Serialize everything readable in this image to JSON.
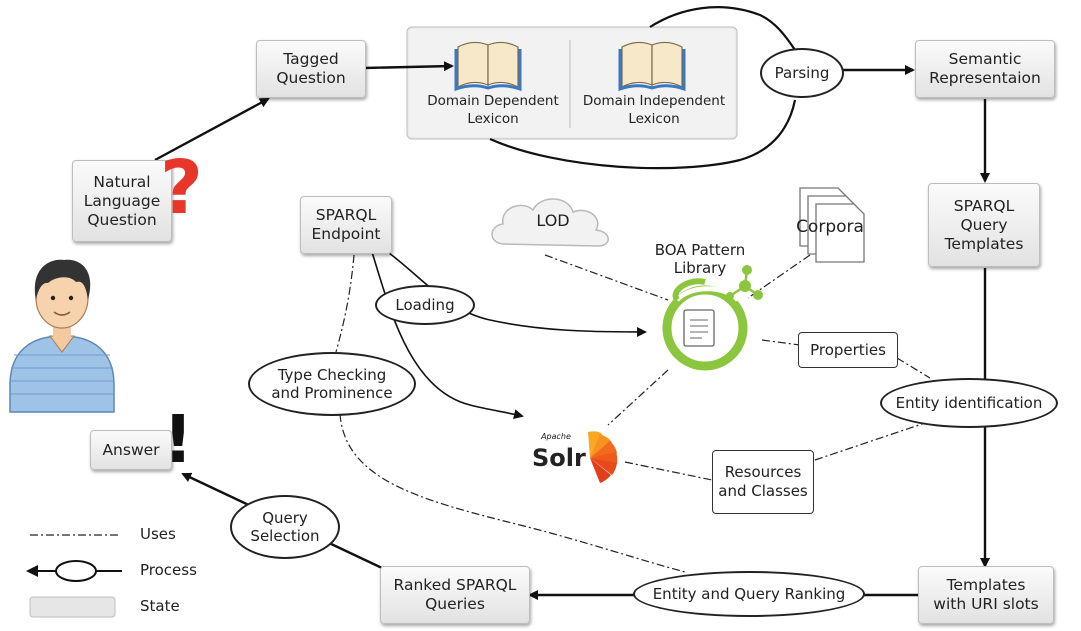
{
  "nodes": {
    "tagged_question": [
      "Tagged",
      "Question"
    ],
    "lexicon_dependent": [
      "Domain Dependent",
      "Lexicon"
    ],
    "lexicon_independent": [
      "Domain Independent",
      "Lexicon"
    ],
    "parsing": "Parsing",
    "semantic_representation": [
      "Semantic",
      "Representaion"
    ],
    "natural_language_question": [
      "Natural",
      "Language",
      "Question"
    ],
    "sparql_endpoint": [
      "SPARQL",
      "Endpoint"
    ],
    "lod": "LOD",
    "boa_pattern_library": [
      "BOA Pattern",
      "Library"
    ],
    "corpora": "Corpora",
    "sparql_query_templates": [
      "SPARQL",
      "Query",
      "Templates"
    ],
    "loading": "Loading",
    "properties": "Properties",
    "type_checking": [
      "Type Checking",
      "and Prominence"
    ],
    "entity_identification": "Entity identification",
    "answer": "Answer",
    "solr_small": "Apache",
    "solr": "Solr",
    "resources_classes": [
      "Resources",
      "and Classes"
    ],
    "query_selection": [
      "Query",
      "Selection"
    ],
    "ranked_queries": [
      "Ranked SPARQL",
      "Queries"
    ],
    "entity_query_ranking": "Entity and Query Ranking",
    "templates_uri": [
      "Templates",
      "with URI slots"
    ]
  },
  "legend": {
    "uses": "Uses",
    "process": "Process",
    "state": "State"
  },
  "colors": {
    "question_mark": "#e8372a",
    "boa_green": "#8cc63f",
    "solr_orange": "#f26b1d"
  },
  "icons": [
    "book-icon",
    "cloud-icon",
    "documents-icon",
    "user-avatar-icon",
    "question-mark-icon",
    "exclamation-mark-icon",
    "solr-logo",
    "boa-logo"
  ]
}
